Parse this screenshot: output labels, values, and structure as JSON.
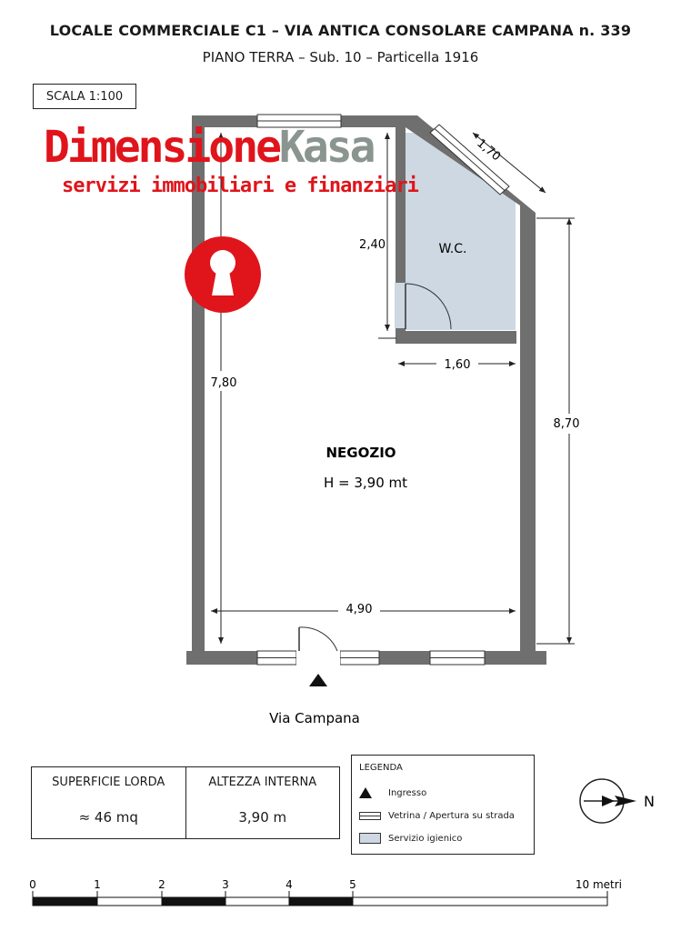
{
  "header": {
    "title": "LOCALE COMMERCIALE C1 – VIA ANTICA CONSOLARE CAMPANA n. 339",
    "subtitle": "PIANO TERRA – Sub. 10 – Particella 1916"
  },
  "scale_label": "SCALA 1:100",
  "watermark": {
    "brand_part1": "Dimensione",
    "brand_part2": "Kasa",
    "tagline": "servizi immobiliari e finanziari",
    "colors": {
      "red": "#e0141b",
      "grey": "#8a9590"
    },
    "logo_icon": "keyhole-icon"
  },
  "plan": {
    "rooms": [
      {
        "name": "NEGOZIO",
        "height_label": "H = 3,90 mt"
      },
      {
        "name": "W.C."
      }
    ],
    "dimensions": {
      "wc_height": "2,40",
      "wc_diagonal": "1,70",
      "wc_width": "1,60",
      "shop_height_left": "7,80",
      "shop_height_right": "8,70",
      "shop_width": "4,90"
    },
    "street": "Via Campana",
    "colors": {
      "wall": "#6f6f6f",
      "wc_fill": "#cdd8e2"
    }
  },
  "summary": {
    "area_header": "SUPERFICIE LORDA",
    "area_value": "≈ 46 mq",
    "height_header": "ALTEZZA INTERNA",
    "height_value": "3,90 m"
  },
  "legend": {
    "title": "LEGENDA",
    "items": [
      {
        "icon": "triangle-icon",
        "label": "Ingresso"
      },
      {
        "icon": "window-icon",
        "label": "Vetrina / Apertura su strada"
      },
      {
        "icon": "swatch-icon",
        "label": "Servizio igienico"
      }
    ]
  },
  "north": {
    "label": "N",
    "icon": "north-arrow-icon"
  },
  "scale_bar": {
    "ticks": [
      "0",
      "1",
      "2",
      "3",
      "4",
      "5"
    ],
    "end_label": "10 metri"
  }
}
